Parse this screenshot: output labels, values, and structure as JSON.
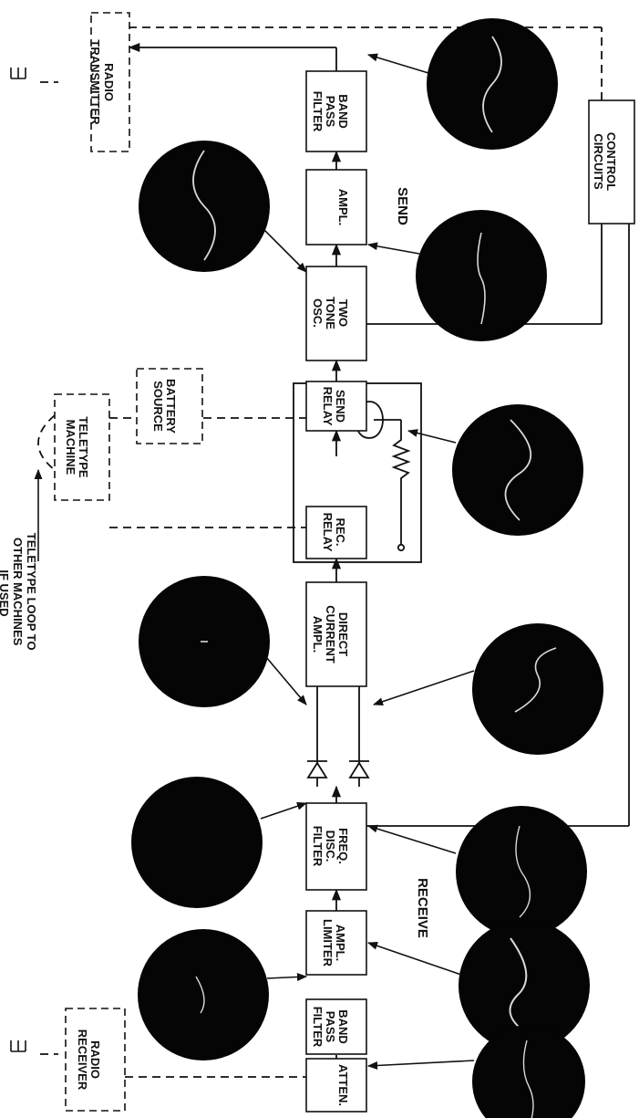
{
  "blocks": {
    "radio_transmitter": [
      "RADIO",
      "TRANSMITTER"
    ],
    "band_pass_filter_send": [
      "BAND",
      "PASS",
      "FILTER"
    ],
    "ampl_send": [
      "AMPL."
    ],
    "two_tone_osc": [
      "TWO",
      "TONE",
      "OSC."
    ],
    "send_relay": [
      "SEND",
      "RELAY"
    ],
    "battery_source": [
      "BATTERY",
      "SOURCE"
    ],
    "teletype_machine": [
      "TELETYPE",
      "MACHINE"
    ],
    "rec_relay": [
      "REC.",
      "RELAY"
    ],
    "direct_current_ampl": [
      "DIRECT",
      "CURRENT",
      "AMPL."
    ],
    "freq_disc_filter": [
      "FREQ.",
      "DISC.",
      "FILTER"
    ],
    "ampl_limiter": [
      "AMPL.",
      "LIMITER"
    ],
    "band_pass_filter_receive": [
      "BAND",
      "PASS",
      "FILTER"
    ],
    "atten": [
      "ATTEN."
    ],
    "radio_receiver": [
      "RADIO",
      "RECEIVER"
    ],
    "control_circuits": [
      "CONTROL",
      "CIRCUITS"
    ]
  },
  "labels": {
    "send": "SEND",
    "receive": "RECEIVE",
    "teletype_loop": [
      "TELETYPE LOOP TO",
      "OTHER MACHINES",
      "IF USED"
    ]
  },
  "colors": {
    "ink": "#111111",
    "scope": "#050505",
    "trace": "#d8d8d8",
    "paper": "#ffffff"
  }
}
